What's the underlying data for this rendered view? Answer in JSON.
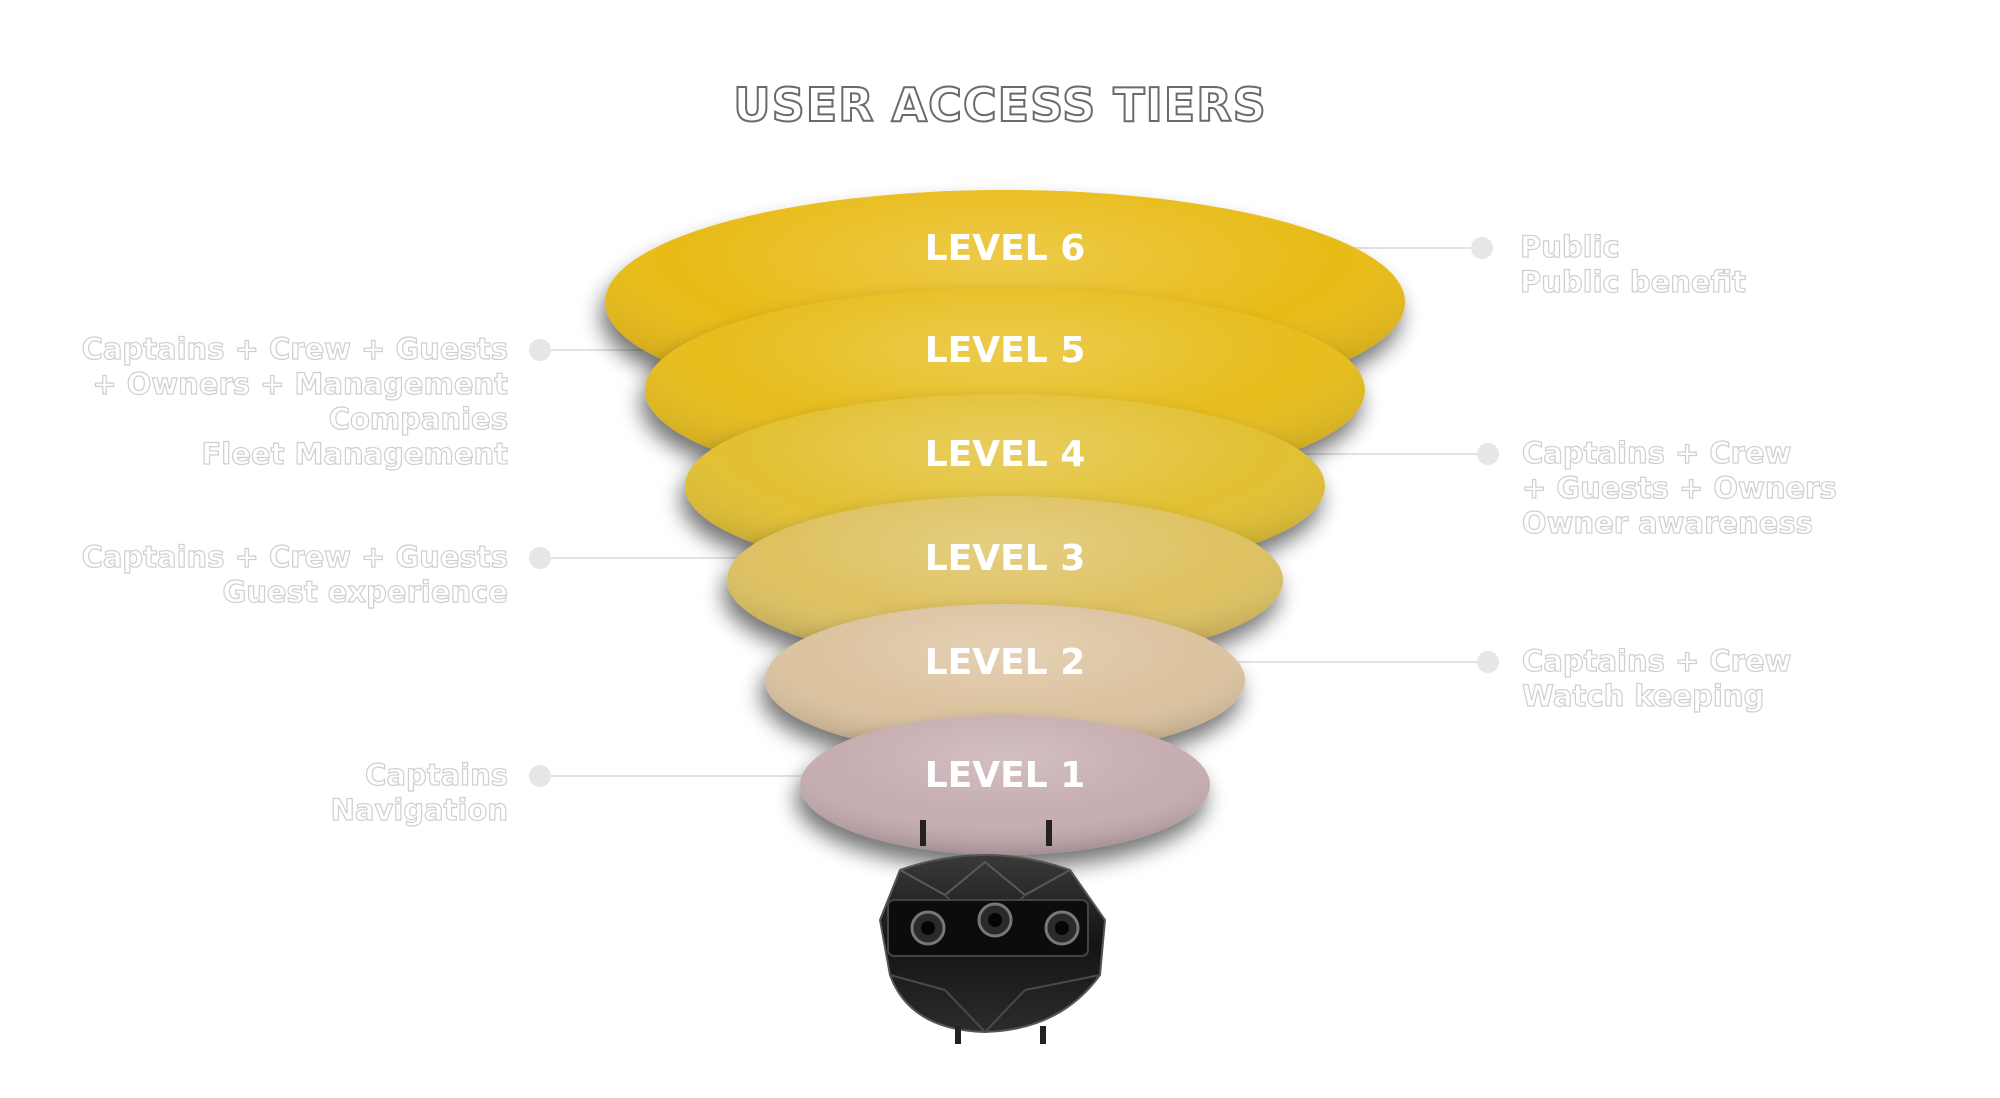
{
  "title": "USER ACCESS TIERS",
  "colors": {
    "level6": "#e8bb14",
    "level5": "#e6bd1c",
    "level4": "#e2c032",
    "level3": "#dec161",
    "level2": "#dcc39f",
    "level1": "#c6adb0",
    "connector": "#e2e2e2",
    "device": "#1a1a1a"
  },
  "tiers": [
    {
      "level": "LEVEL 6",
      "lines": [
        "Public",
        "Public benefit"
      ]
    },
    {
      "level": "LEVEL 5",
      "lines": [
        "Captains + Crew + Guests",
        "+ Owners + Management",
        "Companies",
        "Fleet Management"
      ]
    },
    {
      "level": "LEVEL 4",
      "lines": [
        "Captains + Crew",
        "+ Guests + Owners",
        "Owner awareness"
      ]
    },
    {
      "level": "LEVEL 3",
      "lines": [
        "Captains + Crew + Guests",
        "Guest experience"
      ]
    },
    {
      "level": "LEVEL 2",
      "lines": [
        "Captains + Crew",
        "Watch keeping"
      ]
    },
    {
      "level": "LEVEL 1",
      "lines": [
        "Captains",
        "Navigation"
      ]
    }
  ],
  "device_icon": "spherical-camera-icon"
}
